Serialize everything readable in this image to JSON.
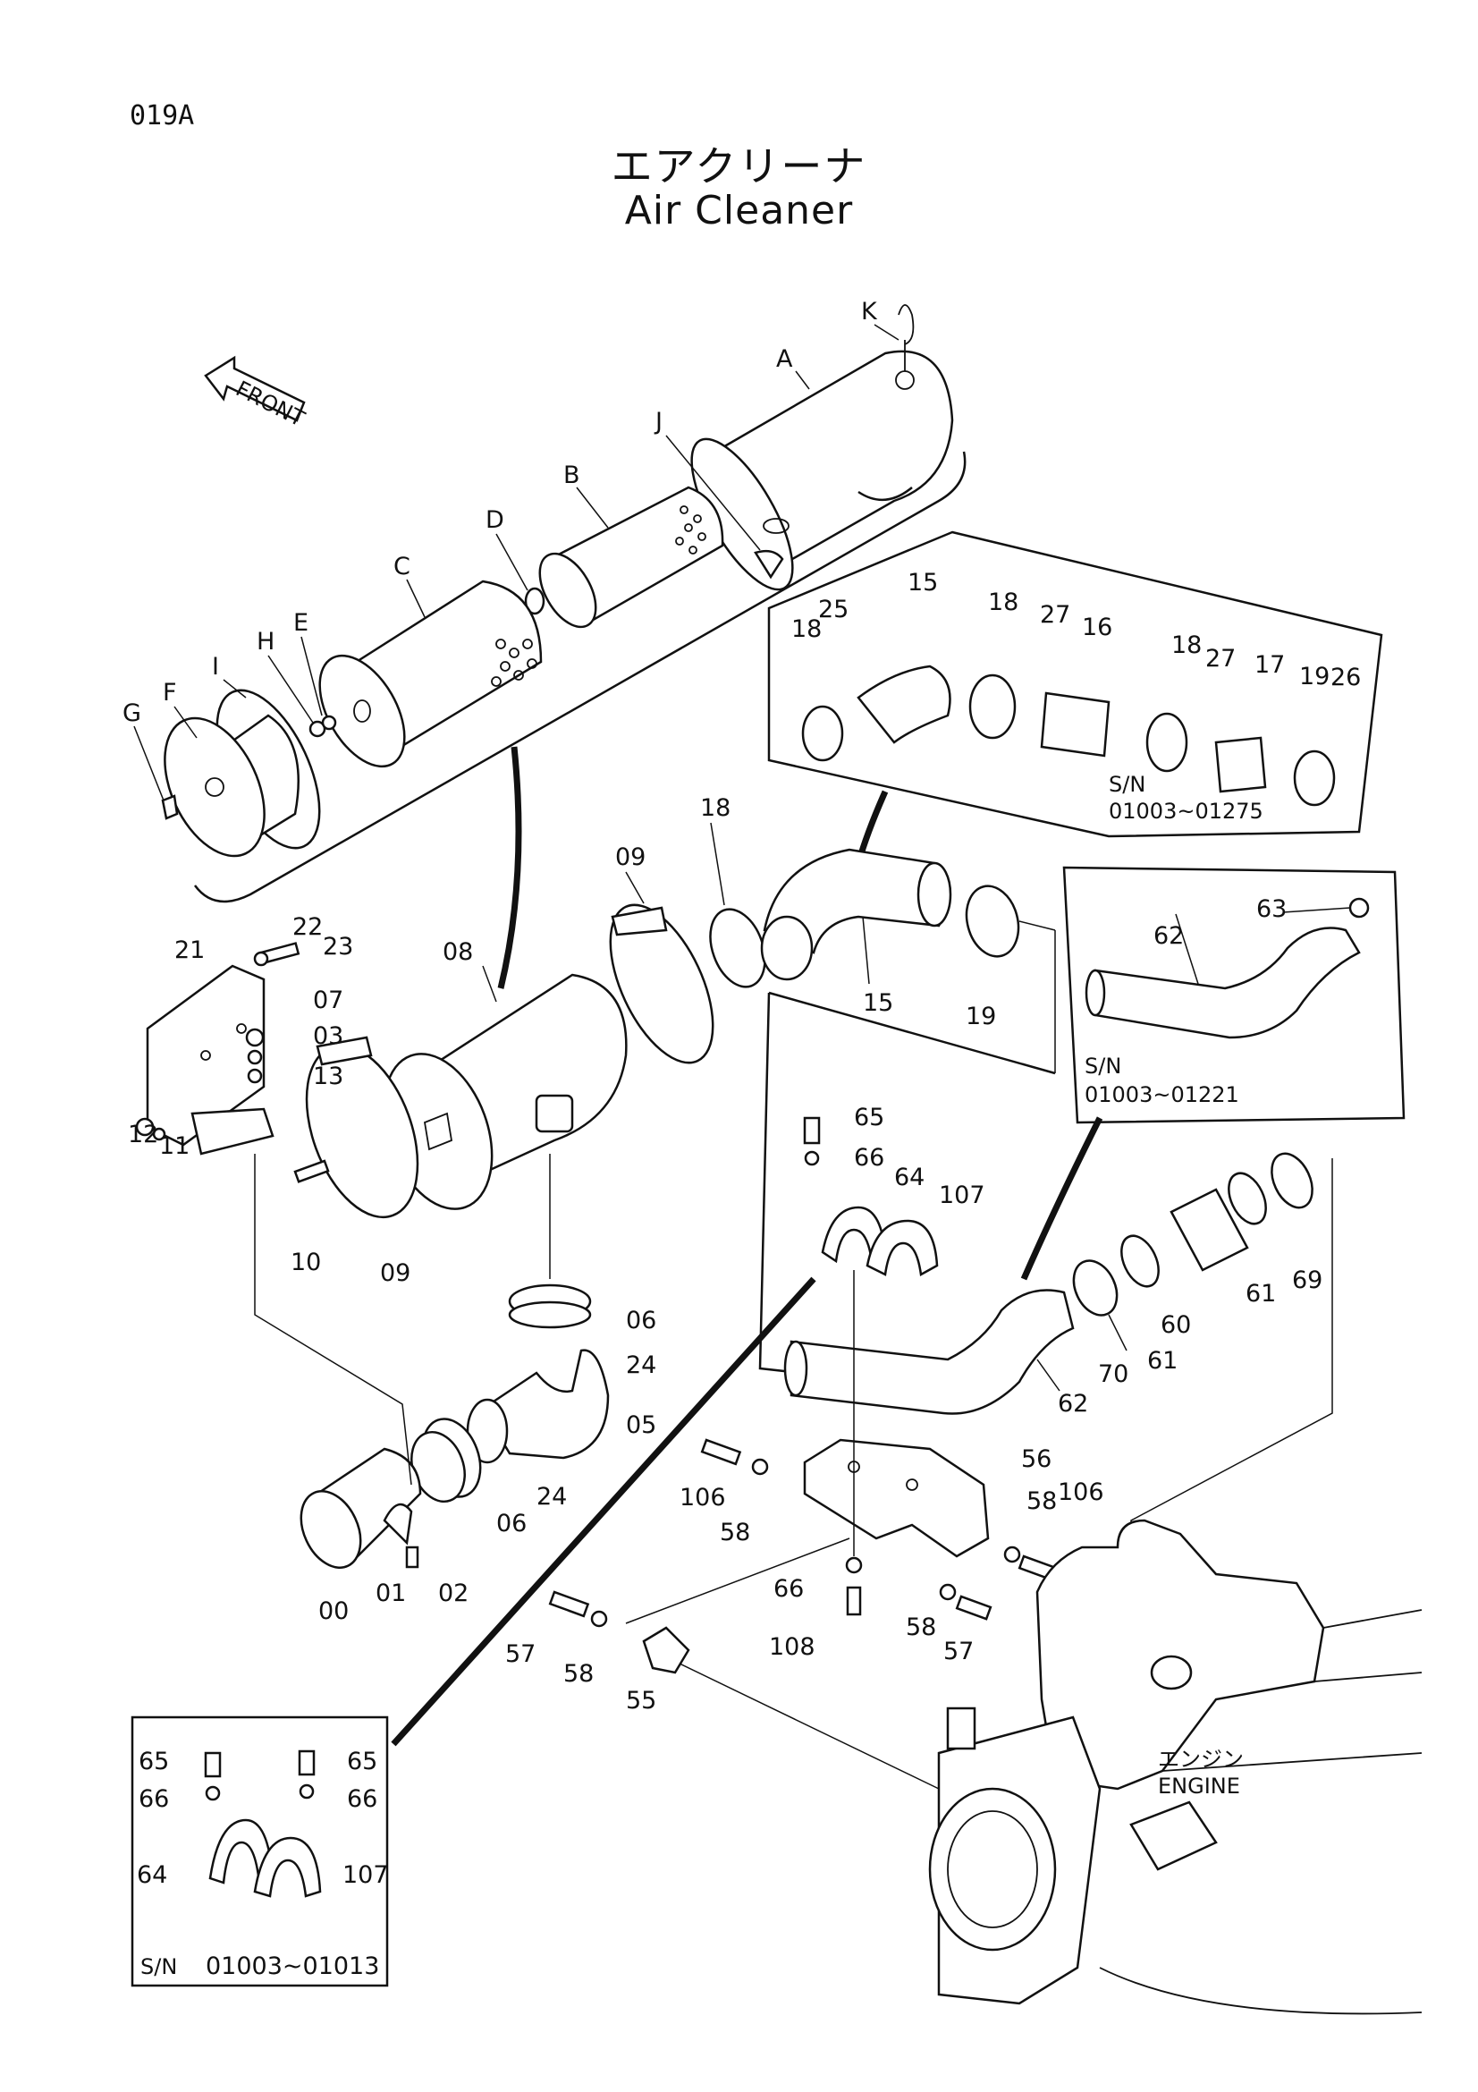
{
  "page_id": "019A",
  "title_jp": "エアクリーナ",
  "title_en": "Air Cleaner",
  "front_label": "FRONT",
  "engine_label_jp": "エンジン",
  "engine_label_en": "ENGINE",
  "inset_upper": {
    "sn_label": "S/N",
    "sn_range": "01003~01275"
  },
  "inset_mid": {
    "sn_label": "S/N",
    "sn_range": "01003~01221"
  },
  "inset_lower": {
    "sn_label": "S/N",
    "sn_range": "01003~01013"
  },
  "callouts": {
    "A": "A",
    "B": "B",
    "C": "C",
    "D": "D",
    "E": "E",
    "F": "F",
    "G": "G",
    "H": "H",
    "I": "I",
    "J": "J",
    "K": "K",
    "p00": "00",
    "p01": "01",
    "p02": "02",
    "p03": "03",
    "p05": "05",
    "p06a": "06",
    "p06b": "06",
    "p07": "07",
    "p08": "08",
    "p09a": "09",
    "p09b": "09",
    "p10": "10",
    "p11": "11",
    "p12": "12",
    "p13": "13",
    "p15a": "15",
    "p15b": "15",
    "p16": "16",
    "p17": "17",
    "p18a": "18",
    "p18b": "18",
    "p18c": "18",
    "p18d": "18",
    "p19a": "19",
    "p19b": "19",
    "p21": "21",
    "p22": "22",
    "p23": "23",
    "p24a": "24",
    "p24b": "24",
    "p25": "25",
    "p26": "26",
    "p27a": "27",
    "p27b": "27",
    "p55": "55",
    "p56": "56",
    "p57a": "57",
    "p57b": "57",
    "p58a": "58",
    "p58b": "58",
    "p58c": "58",
    "p58d": "58",
    "p60": "60",
    "p61a": "61",
    "p61b": "61",
    "p62a": "62",
    "p62b": "62",
    "p63": "63",
    "p64a": "64",
    "p64b": "64",
    "p65a": "65",
    "p65b": "65",
    "p65c": "65",
    "p66a": "66",
    "p66b": "66",
    "p66c": "66",
    "p66d": "66",
    "p69": "69",
    "p70": "70",
    "p106a": "106",
    "p106b": "106",
    "p107a": "107",
    "p107b": "107",
    "p108": "108"
  }
}
